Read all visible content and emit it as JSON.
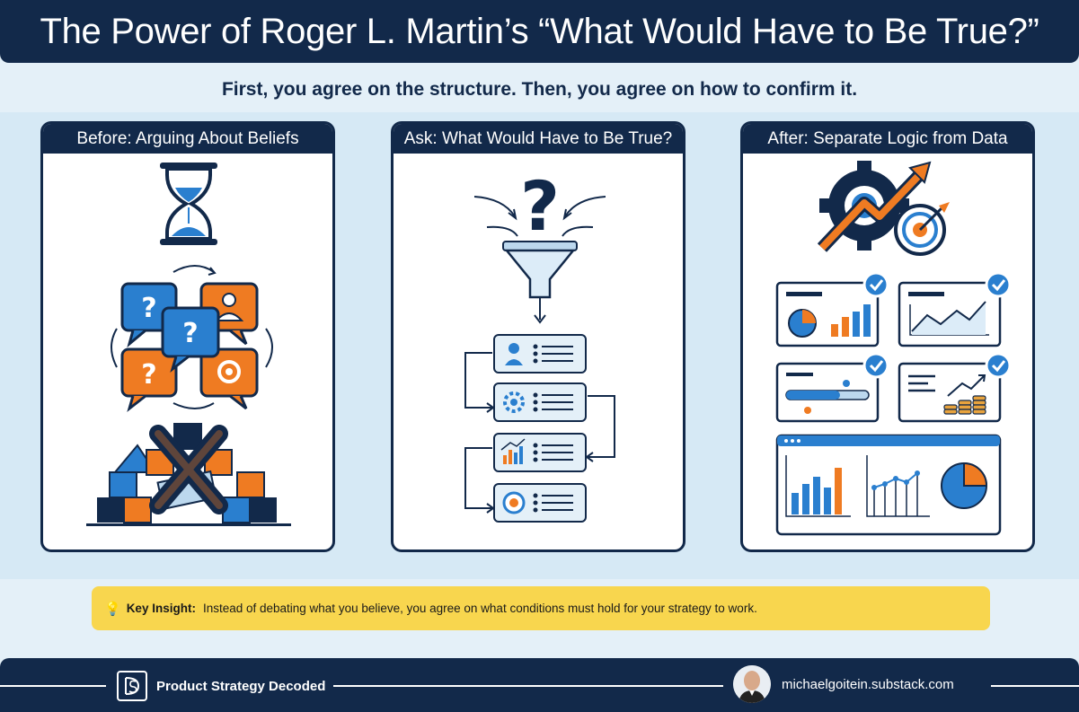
{
  "title": "The Power of Roger L. Martin’s “What Would Have to Be True?”",
  "subtitle": "First, you agree on the structure. Then, you agree on how to confirm it.",
  "panels": [
    {
      "heading": "Before: Arguing About Beliefs",
      "icons": [
        "hourglass-icon",
        "speech-bubbles-cycle-icon",
        "broken-blocks-x-icon"
      ]
    },
    {
      "heading": "Ask: What Would Have to Be True?",
      "icons": [
        "question-mark-icon",
        "funnel-icon",
        "condition-checklist-icon"
      ]
    },
    {
      "heading": "After: Separate Logic from Data",
      "icons": [
        "gear-growth-target-icon",
        "verified-charts-icon",
        "dashboard-icon"
      ]
    }
  ],
  "insight": {
    "label": "Key Insight:",
    "text": "Instead of debating what you believe, you agree on what conditions must hold for your strategy to work."
  },
  "footer": {
    "brand": "Product Strategy Decoded",
    "url": "michaelgoitein.substack.com"
  },
  "colors": {
    "navy": "#12294a",
    "blue": "#2a7fcf",
    "orange": "#ef7b22",
    "yellow": "#f8d64e",
    "background": "#e4f0f8"
  }
}
